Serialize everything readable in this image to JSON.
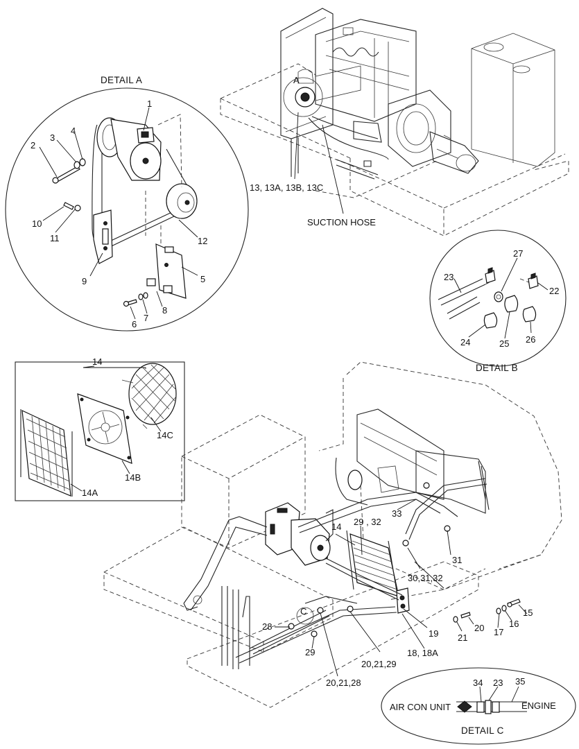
{
  "detail_a": {
    "title": "DETAIL  A",
    "callouts": {
      "c1": "1",
      "c2": "2",
      "c3": "3",
      "c4": "4",
      "c5": "5",
      "c6": "6",
      "c7": "7",
      "c8": "8",
      "c9": "9",
      "c10": "10",
      "c11": "11",
      "c12": "12"
    }
  },
  "detail_b": {
    "title": "DETAIL  B",
    "callouts": {
      "c22": "22",
      "c23": "23",
      "c24": "24",
      "c25": "25",
      "c26": "26",
      "c27": "27"
    }
  },
  "detail_c": {
    "title": "DETAIL  C",
    "left_label": "AIR CON UNIT",
    "right_label": "ENGINE",
    "callouts": {
      "c23": "23",
      "c34": "34",
      "c35": "35"
    }
  },
  "inset_14": {
    "callouts": {
      "c14": "14",
      "c14A": "14A",
      "c14B": "14B",
      "c14C": "14C"
    }
  },
  "engine_view": {
    "marker_a": "A",
    "label_13": "13, 13A, 13B, 13C",
    "label_suction": "SUCTION HOSE"
  },
  "main_view": {
    "marker_c": "C",
    "callouts": {
      "c14": "14",
      "c15": "15",
      "c16": "16",
      "c17": "17",
      "c18": "18, 18A",
      "c19": "19",
      "c20": "20",
      "c21": "21",
      "c28": "28",
      "c29a": "29 , 32",
      "c29b": "29",
      "c31": "31",
      "c33": "33",
      "c303132": "30,31,32",
      "c202128": "20,21,28",
      "c202129": "20,21,29"
    }
  }
}
